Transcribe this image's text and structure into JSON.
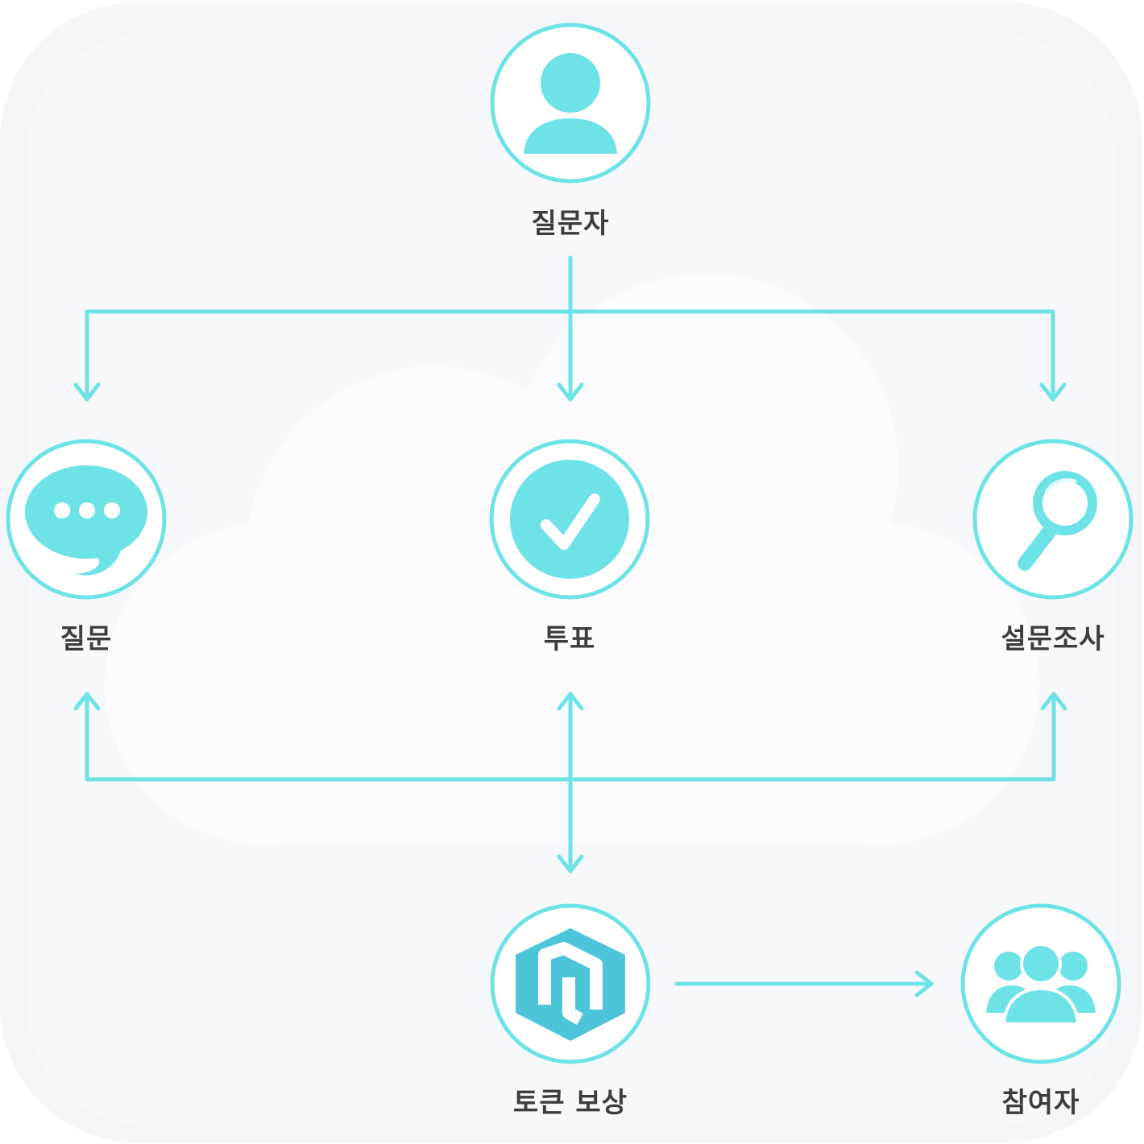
{
  "nodes": {
    "asker": {
      "label": "질문자",
      "icon": "person-icon"
    },
    "question": {
      "label": "질문",
      "icon": "speech-bubble-icon"
    },
    "vote": {
      "label": "투표",
      "icon": "checkmark-icon"
    },
    "survey": {
      "label": "설문조사",
      "icon": "magnifier-icon"
    },
    "reward": {
      "label": "토큰 보상",
      "icon": "token-logo-icon"
    },
    "participants": {
      "label": "참여자",
      "icon": "group-icon"
    }
  },
  "colors": {
    "accent": "#6ee3e7",
    "logo": "#4cc5d8",
    "text": "#3d3d3d",
    "background": "#f6f7fa",
    "cloud": "#fcfcfe"
  }
}
